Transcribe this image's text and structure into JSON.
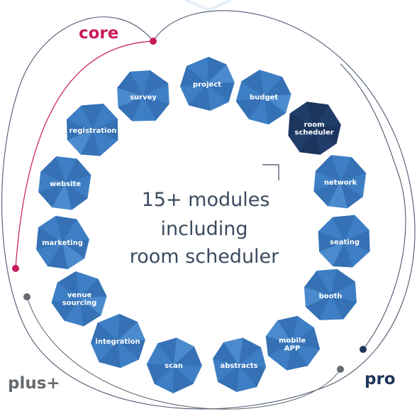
{
  "colors": {
    "module": "#3d7ec4",
    "module_dark": "#2d62a2",
    "module_light": "#5a97d6",
    "highlight": "#1f3d68",
    "highlight_dark": "#162d4f",
    "core": "#c8195d",
    "pro": "#1e3658",
    "plus": "#666b70",
    "path": "#4a5a70",
    "center_text": "#3b4a5e"
  },
  "tiers": {
    "core": "core",
    "pro": "pro",
    "plus": "plus+"
  },
  "center": {
    "lines": [
      "15+ modules",
      "including",
      "room scheduler"
    ]
  },
  "modules": [
    {
      "id": "project",
      "lines": [
        "project"
      ],
      "highlight": false
    },
    {
      "id": "budget",
      "lines": [
        "budget"
      ],
      "highlight": false
    },
    {
      "id": "room-scheduler",
      "lines": [
        "room",
        "scheduler"
      ],
      "highlight": true
    },
    {
      "id": "network",
      "lines": [
        "network"
      ],
      "highlight": false
    },
    {
      "id": "seating",
      "lines": [
        "seating"
      ],
      "highlight": false
    },
    {
      "id": "booth",
      "lines": [
        "booth"
      ],
      "highlight": false
    },
    {
      "id": "mobile-app",
      "lines": [
        "mobile",
        "APP"
      ],
      "highlight": false
    },
    {
      "id": "abstracts",
      "lines": [
        "abstracts"
      ],
      "highlight": false
    },
    {
      "id": "scan",
      "lines": [
        "scan"
      ],
      "highlight": false
    },
    {
      "id": "integration",
      "lines": [
        "integration"
      ],
      "highlight": false
    },
    {
      "id": "venue-sourcing",
      "lines": [
        "venue",
        "sourcing"
      ],
      "highlight": false
    },
    {
      "id": "marketing",
      "lines": [
        "marketing"
      ],
      "highlight": false
    },
    {
      "id": "website",
      "lines": [
        "website"
      ],
      "highlight": false
    },
    {
      "id": "registration",
      "lines": [
        "registration"
      ],
      "highlight": false
    },
    {
      "id": "survey",
      "lines": [
        "survey"
      ],
      "highlight": false
    }
  ]
}
